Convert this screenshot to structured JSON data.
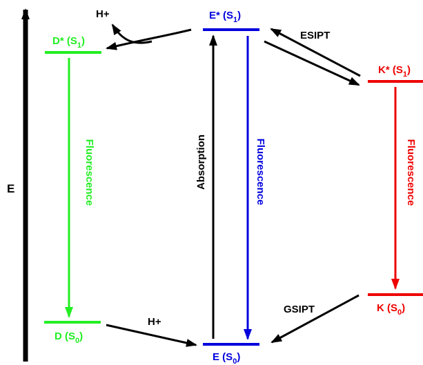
{
  "axis": {
    "label": "E"
  },
  "colors": {
    "enol": "#0000dd",
    "deprotonated": "#22ee22",
    "keto": "#ee0000",
    "neutral": "#000000"
  },
  "levels": {
    "d_excited": {
      "main": "D* (S",
      "sub": "1",
      "end": ")"
    },
    "e_excited": {
      "main": "E* (S",
      "sub": "1",
      "end": ")"
    },
    "k_excited": {
      "main": "K* (S",
      "sub": "1",
      "end": ")"
    },
    "d_ground": {
      "main": "D (S",
      "sub": "0",
      "end": ")"
    },
    "e_ground": {
      "main": "E (S",
      "sub": "0",
      "end": ")"
    },
    "k_ground": {
      "main": "K (S",
      "sub": "0",
      "end": ")"
    }
  },
  "transitions": {
    "absorption": "Absorption",
    "fluorescence_d": "Fluorescence",
    "fluorescence_e": "Fluorescence",
    "fluorescence_k": "Fluorescence",
    "esipt": "ESIPT",
    "gsipt": "GSIPT",
    "proton_excited": "H+",
    "proton_ground": "H+"
  }
}
